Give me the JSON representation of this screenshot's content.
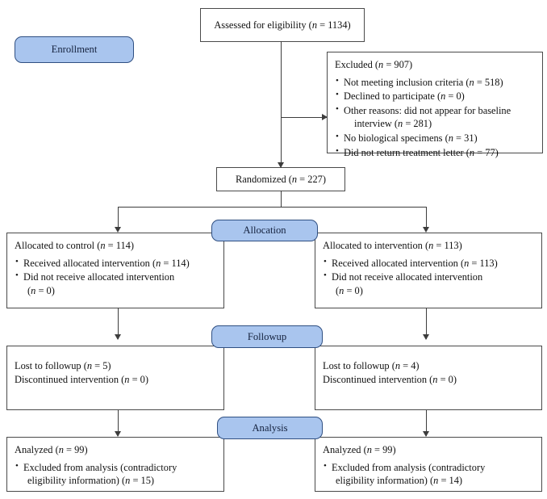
{
  "diagram": {
    "title": "CONSORT participant flow diagram",
    "accent_blue": "#a9c5ee",
    "accent_blue_border": "#2f4f82",
    "box_border": "#4a4a4a",
    "stages": {
      "enrollment": "Enrollment",
      "allocation": "Allocation",
      "followup": "Followup",
      "analysis": "Analysis"
    },
    "assessed": {
      "label": "Assessed for eligibility (n = 1134)"
    },
    "excluded": {
      "header": "Excluded (n = 907)",
      "items": [
        "Not meeting inclusion criteria (n = 518)",
        "Declined to participate (n = 0)",
        "Other reasons: did not appear for baseline",
        "interview (n = 281)",
        "No biological specimens (n = 31)",
        "Did not return treatment letter (n = 77)"
      ]
    },
    "randomized": {
      "label": "Randomized (n = 227)"
    },
    "allocation_left": {
      "header": "Allocated to control (n = 114)",
      "items": [
        "Received allocated intervention (n = 114)",
        "Did not receive allocated intervention",
        "(n = 0)"
      ]
    },
    "allocation_right": {
      "header": "Allocated to intervention (n = 113)",
      "items": [
        "Received allocated intervention (n = 113)",
        "Did not receive allocated intervention",
        "(n = 0)"
      ]
    },
    "followup_left": {
      "line1": "Lost to followup (n = 5)",
      "line2": "Discontinued intervention (n = 0)"
    },
    "followup_right": {
      "line1": "Lost to followup (n = 4)",
      "line2": "Discontinued intervention (n = 0)"
    },
    "analysis_left": {
      "header": "Analyzed (n = 99)",
      "items": [
        "Excluded from analysis (contradictory",
        "eligibility information) (n = 15)"
      ]
    },
    "analysis_right": {
      "header": "Analyzed (n = 99)",
      "items": [
        "Excluded from analysis (contradictory",
        "eligibility information) (n = 14)"
      ]
    }
  }
}
